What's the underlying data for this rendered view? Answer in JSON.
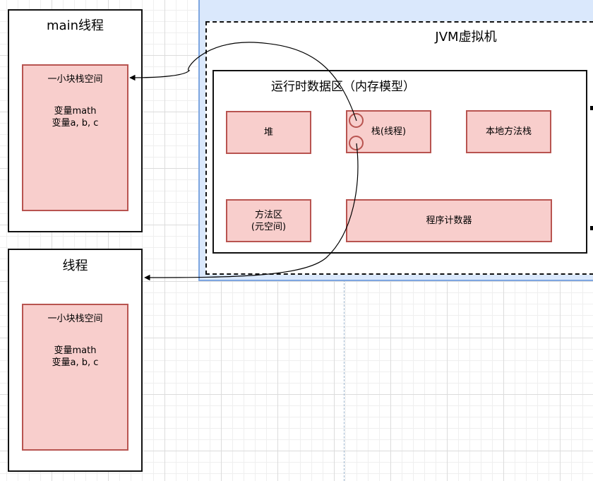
{
  "jvm": {
    "title": "JVM虚拟机",
    "runtime_area": {
      "title": "运行时数据区（内存模型）",
      "heap": "堆",
      "stack": "栈(线程)",
      "native_stack": "本地方法栈",
      "method_area": [
        "方法区",
        "(元空间)"
      ],
      "program_counter": "程序计数器"
    }
  },
  "threads": [
    {
      "title": "main线程",
      "stack_space": "一小块栈空间",
      "vars": [
        "变量math",
        "变量a, b, c"
      ]
    },
    {
      "title": "线程",
      "stack_space": "一小块栈空间",
      "vars": [
        "变量math",
        "变量a, b, c"
      ]
    }
  ],
  "colors": {
    "box_fill": "#f8cecc",
    "box_stroke": "#b85450",
    "jvm_fill": "#dae8fc",
    "jvm_stroke": "#7ea6e0"
  }
}
